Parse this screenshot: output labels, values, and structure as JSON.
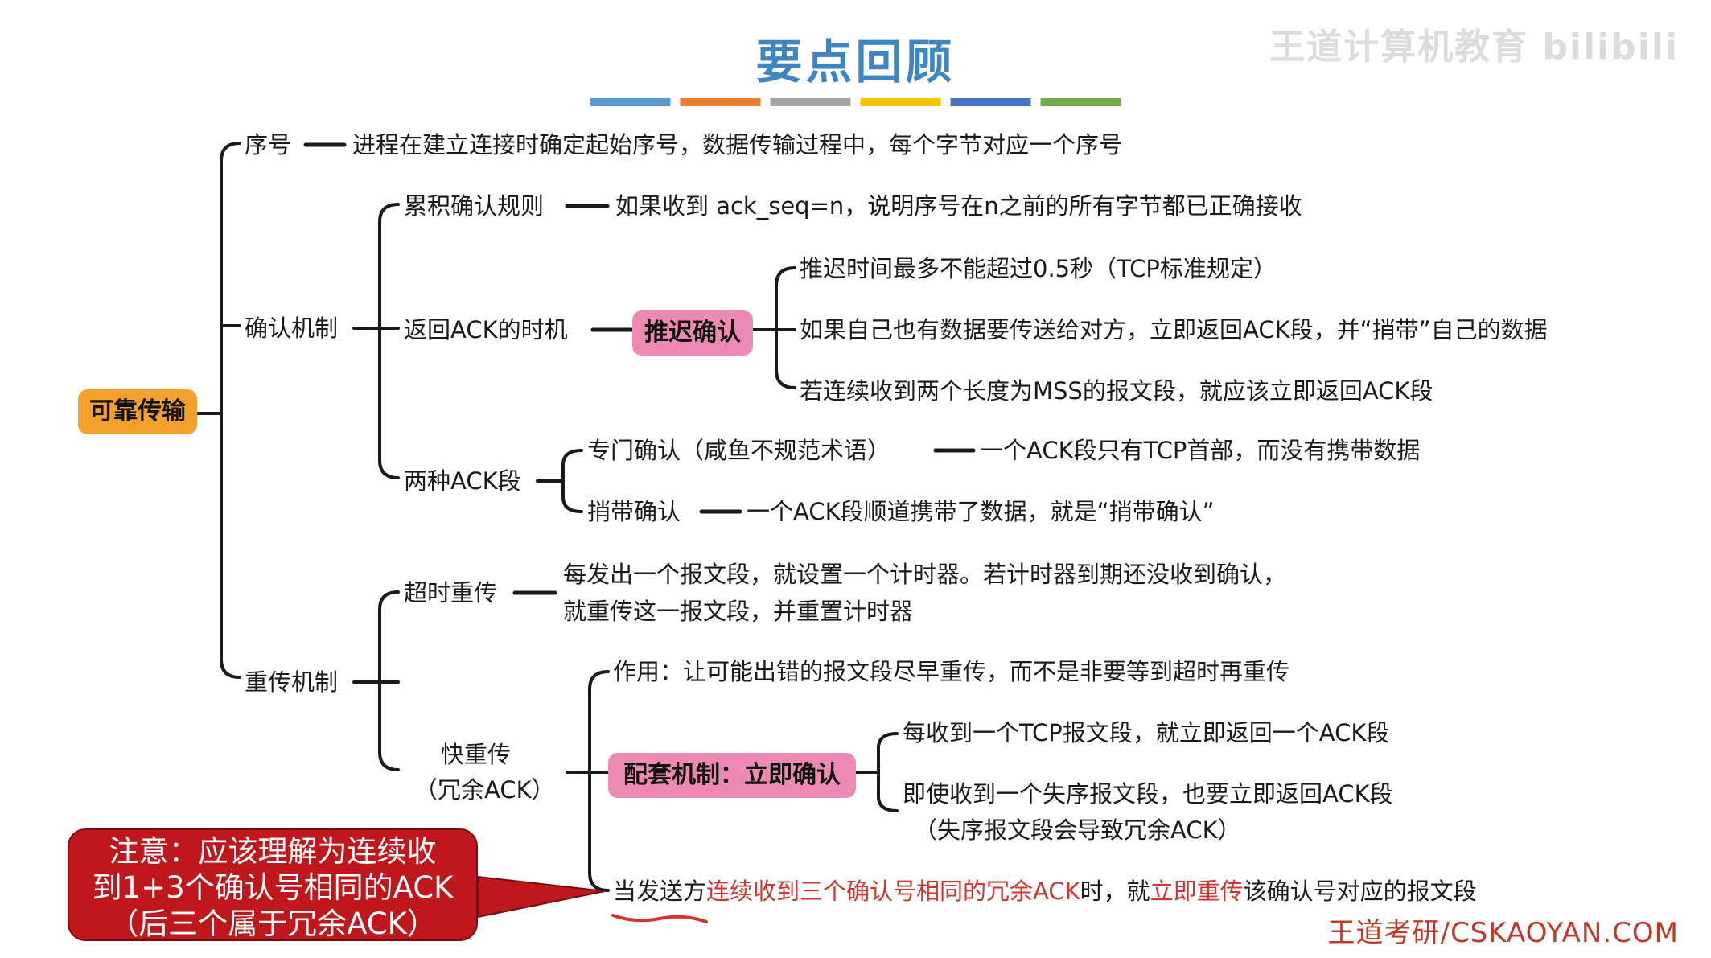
{
  "slide": {
    "title": "要点回顾",
    "watermark": "王道计算机教育 bilibili",
    "footer": "王道考研/CSKAOYAN.COM",
    "title_bar_colors": [
      "#5b9bd5",
      "#ed7d31",
      "#a5a5a5",
      "#ffc000",
      "#4472c4",
      "#70ad47"
    ]
  },
  "mindmap": {
    "root": "可靠传输",
    "seq": {
      "label": "序号",
      "desc": "进程在建立连接时确定起始序号，数据传输过程中，每个字节对应一个序号"
    },
    "ack": {
      "label": "确认机制",
      "cumulative": {
        "label": "累积确认规则",
        "desc": "如果收到 ack_seq=n，说明序号在n之前的所有字节都已正确接收"
      },
      "timing": {
        "label": "返回ACK的时机",
        "delayed": "推迟确认",
        "rules": [
          "推迟时间最多不能超过0.5秒（TCP标准规定）",
          "如果自己也有数据要传送给对方，立即返回ACK段，并“捎带”自己的数据",
          "若连续收到两个长度为MSS的报文段，就应该立即返回ACK段"
        ]
      },
      "types": {
        "label": "两种ACK段",
        "dedicated": {
          "label": "专门确认（咸鱼不规范术语）",
          "desc": "一个ACK段只有TCP首部，而没有携带数据"
        },
        "piggyback": {
          "label": "捎带确认",
          "desc": "一个ACK段顺道携带了数据，就是“捎带确认”"
        }
      }
    },
    "retrans": {
      "label": "重传机制",
      "timeout": {
        "label": "超时重传",
        "desc_line1": "每发出一个报文段，就设置一个计时器。若计时器到期还没收到确认，",
        "desc_line2": "就重传这一报文段，并重置计时器"
      },
      "fast": {
        "label_line1": "快重传",
        "label_line2": "（冗余ACK）",
        "purpose": "作用：让可能出错的报文段尽早重传，而不是非要等到超时再重传",
        "support": "配套机制：立即确认",
        "support_rules": {
          "rule1": "每收到一个TCP报文段，就立即返回一个ACK段",
          "rule2_line1": "即使收到一个失序报文段，也要立即返回ACK段",
          "rule2_line2": "（失序报文段会导致冗余ACK）"
        },
        "trigger": {
          "p1": "当发送方",
          "p2": "连续收到三个确认号相同的冗余ACK",
          "p3": "时，就",
          "p4": "立即重传",
          "p5": "该确认号对应的报文段"
        }
      }
    }
  },
  "note": {
    "line1": "注意：应该理解为连续收",
    "line2": "到1+3个确认号相同的ACK",
    "line3": "（后三个属于冗余ACK）"
  }
}
